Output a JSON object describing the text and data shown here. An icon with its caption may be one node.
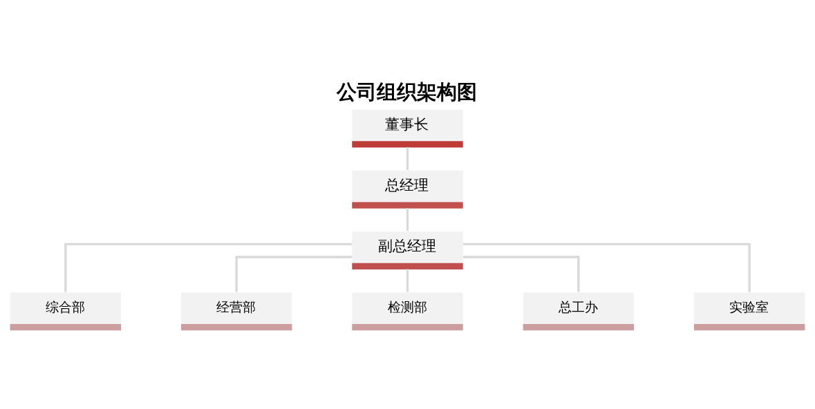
{
  "diagram": {
    "title": "公司组织架构图",
    "nodes": [
      {
        "text": [
          "董事长"
        ]
      },
      {
        "text": [
          "总经理"
        ]
      },
      {
        "text": [
          "副总经理"
        ]
      },
      {
        "text": [
          "综合部"
        ]
      },
      {
        "text": [
          "经营部"
        ]
      },
      {
        "text": [
          "检测部"
        ]
      },
      {
        "text": [
          "总工办"
        ]
      },
      {
        "text": [
          "实验室"
        ]
      }
    ],
    "edges": [
      {
        "from": 0,
        "to": 1,
        "arrow": "none"
      },
      {
        "from": 1,
        "to": 2,
        "arrow": "none"
      },
      {
        "from": 2,
        "to": 3,
        "arrow": "none"
      },
      {
        "from": 2,
        "to": 4,
        "arrow": "none"
      },
      {
        "from": 2,
        "to": 5,
        "arrow": "none"
      },
      {
        "from": 2,
        "to": 6,
        "arrow": "none"
      },
      {
        "from": 2,
        "to": 7,
        "arrow": "none"
      }
    ]
  }
}
